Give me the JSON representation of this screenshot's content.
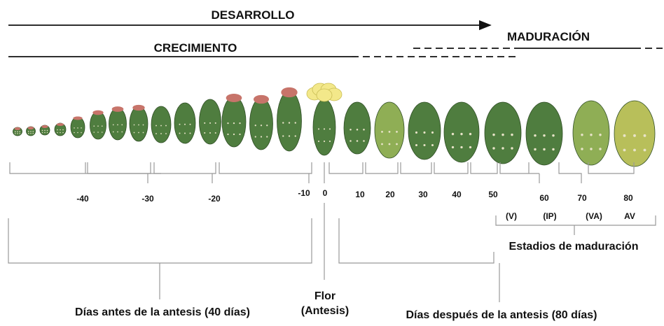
{
  "phases": {
    "development": "DESARROLLO",
    "growth": "CRECIMIENTO",
    "maturation": "MADURACIÓN"
  },
  "day_ticks_before": [
    "-40",
    "-30",
    "-20",
    "-10"
  ],
  "day_ticks_after": [
    "10",
    "20",
    "30",
    "40",
    "50",
    "60",
    "70",
    "80"
  ],
  "anthesis_tick": "0",
  "stages": [
    "(V)",
    "(IP)",
    "(VA)",
    "AV"
  ],
  "maturation_stages_label": "Estadios de maduración",
  "before_label": "Días antes de la antesis (40 días)",
  "flower_label_line1": "Flor",
  "flower_label_line2": "(Antesis)",
  "after_label": "Días después de la antesis (80 días)",
  "colors": {
    "fruit_green": "#4f7d3f",
    "fruit_light_green": "#8fae55",
    "fruit_mature_yellow": "#b8bf5a",
    "tip_pink": "#c7746a",
    "flower_yellow": "#f3e88a",
    "line": "#333333",
    "bracket": "#999999"
  }
}
